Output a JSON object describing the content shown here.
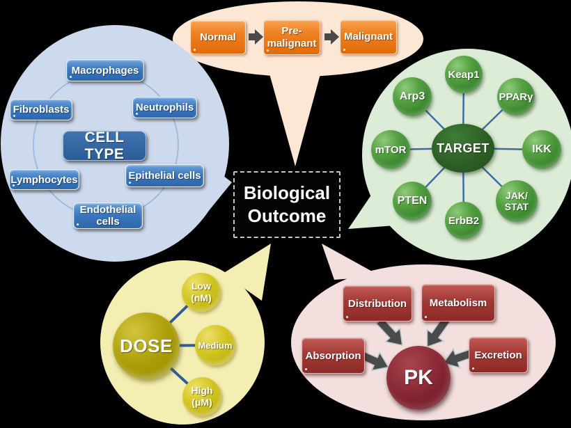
{
  "center": {
    "label": "Biological\nOutcome"
  },
  "progression": {
    "steps": [
      "Normal",
      "Pre-\nmalignant",
      "Malignant"
    ]
  },
  "cell_type": {
    "hub": "CELL TYPE",
    "nodes": [
      "Macrophages",
      "Neutrophils",
      "Fibroblasts",
      "Epithelial cells",
      "Lymphocytes",
      "Endothelial\ncells"
    ]
  },
  "target": {
    "hub": "TARGET",
    "nodes": [
      "Keap1",
      "PPARγ",
      "Arp3",
      "IKK",
      "mTOR",
      "JAK/\nSTAT",
      "PTEN",
      "ErbB2"
    ]
  },
  "dose": {
    "hub": "DOSE",
    "nodes": [
      "Low\n(nM)",
      "Medium",
      "High\n(μM)"
    ]
  },
  "pk": {
    "hub": "PK",
    "nodes": [
      "Distribution",
      "Metabolism",
      "Absorption",
      "Excretion"
    ]
  },
  "colors": {
    "background": "#000000",
    "bubble_peach": "#fce6d4",
    "bubble_blue": "#cdd9ec",
    "bubble_green": "#dcecd7",
    "bubble_yellow": "#f5eeb2",
    "bubble_pink": "#f2dfde",
    "ring_blue": "#94b3d9",
    "connector_blue": "#3c6ba5",
    "dose_connector": "#2e5d9e",
    "arrow_gray": "#4a4a4a",
    "arrow_edge": "#b9c7ce"
  }
}
